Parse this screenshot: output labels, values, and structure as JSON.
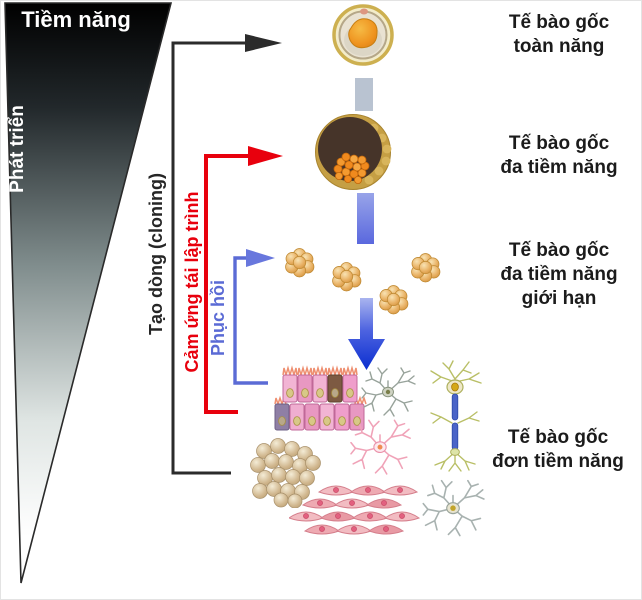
{
  "figure": {
    "axis": {
      "potential_label": "Tiềm năng",
      "development_label": "Phát triển"
    },
    "processes": {
      "cloning_label": "Tạo dòng (cloning)",
      "reprogramming_label": "Cảm ứng tái lập trình",
      "recovery_label": "Phục hồi"
    },
    "stages": [
      {
        "label": "Tế bào gốc\ntoàn năng"
      },
      {
        "label": "Tế bào gốc\nđa tiềm năng"
      },
      {
        "label": "Tế bào gốc\nđa tiềm năng\ngiới hạn"
      },
      {
        "label": "Tế bào gốc\nđơn tiềm năng"
      }
    ],
    "illustrations": [
      "zygote-cell",
      "blastocyst-cell",
      "morula-cluster",
      "epithelium-cells",
      "neuron-cells",
      "adipose-cells",
      "muscle-cells"
    ],
    "colors": {
      "cloning_arrow": "#2b2b2b",
      "reprogramming_arrow": "#e8000d",
      "recovery_arrow": "#5b6bd5",
      "flow_arrow_dark": "#0a2ed0",
      "flow_arrow_light": "#a9b4ef",
      "connector_gray": "#b9c3d1",
      "triangle_top": "#000000",
      "triangle_bottom": "#ffffff"
    }
  }
}
